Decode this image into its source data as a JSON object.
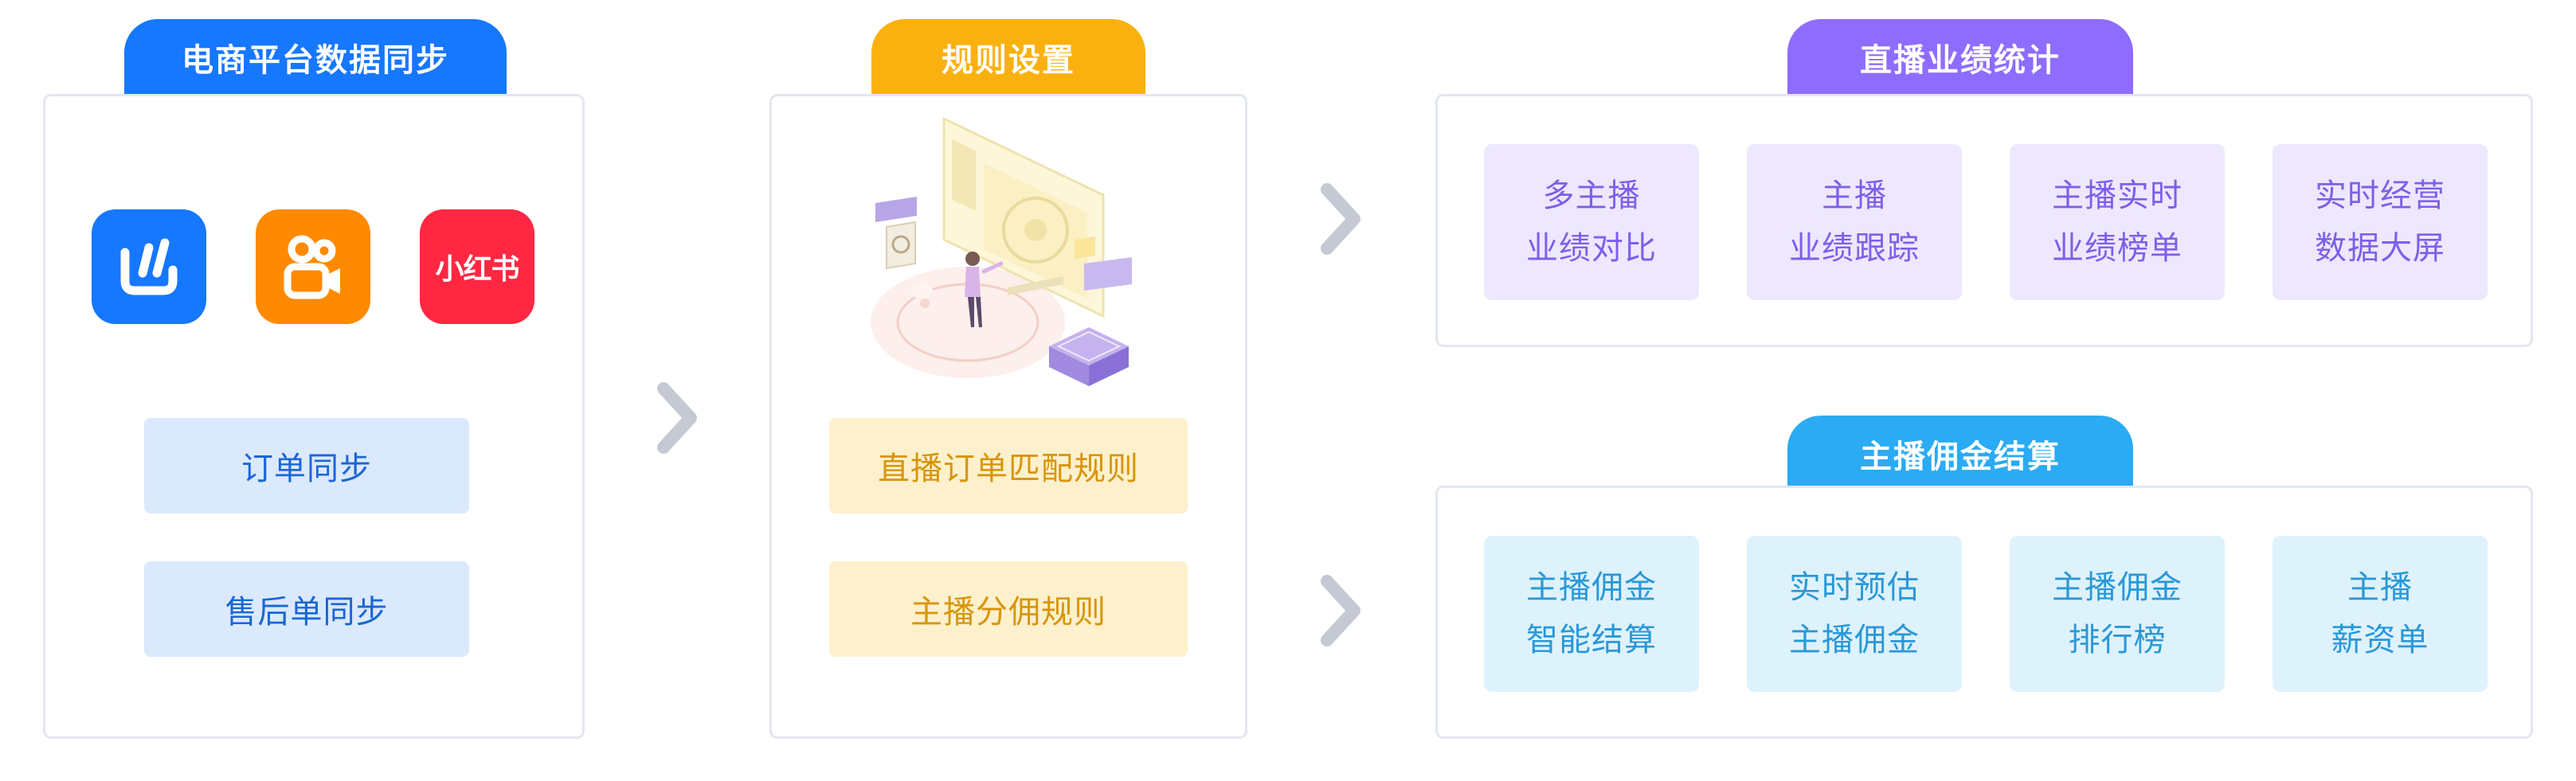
{
  "sections": {
    "sync": {
      "title": "电商平台数据同步",
      "apps": [
        {
          "icon": "kuaishou-wei-icon",
          "color": "#1677ff"
        },
        {
          "icon": "kuaishou-camera-icon",
          "color": "#ff8a00"
        },
        {
          "icon": "xiaohongshu-icon",
          "color": "#ff2742",
          "label": "小红书"
        }
      ],
      "buttons": [
        "订单同步",
        "售后单同步"
      ]
    },
    "rules": {
      "title": "规则设置",
      "buttons": [
        "直播订单匹配规则",
        "主播分佣规则"
      ]
    },
    "stats": {
      "title": "直播业绩统计",
      "tiles": [
        {
          "line1": "多主播",
          "line2": "业绩对比"
        },
        {
          "line1": "主播",
          "line2": "业绩跟踪"
        },
        {
          "line1": "主播实时",
          "line2": "业绩榜单"
        },
        {
          "line1": "实时经营",
          "line2": "数据大屏"
        }
      ]
    },
    "commission": {
      "title": "主播佣金结算",
      "tiles": [
        {
          "line1": "主播佣金",
          "line2": "智能结算"
        },
        {
          "line1": "实时预估",
          "line2": "主播佣金"
        },
        {
          "line1": "主播佣金",
          "line2": "排行榜"
        },
        {
          "line1": "主播",
          "line2": "薪资单"
        }
      ]
    }
  },
  "colors": {
    "blue": "#1677ff",
    "yellow": "#fab10f",
    "purple": "#8e6cff",
    "cyan": "#2aabf4",
    "arrow": "#c4c9d3"
  }
}
